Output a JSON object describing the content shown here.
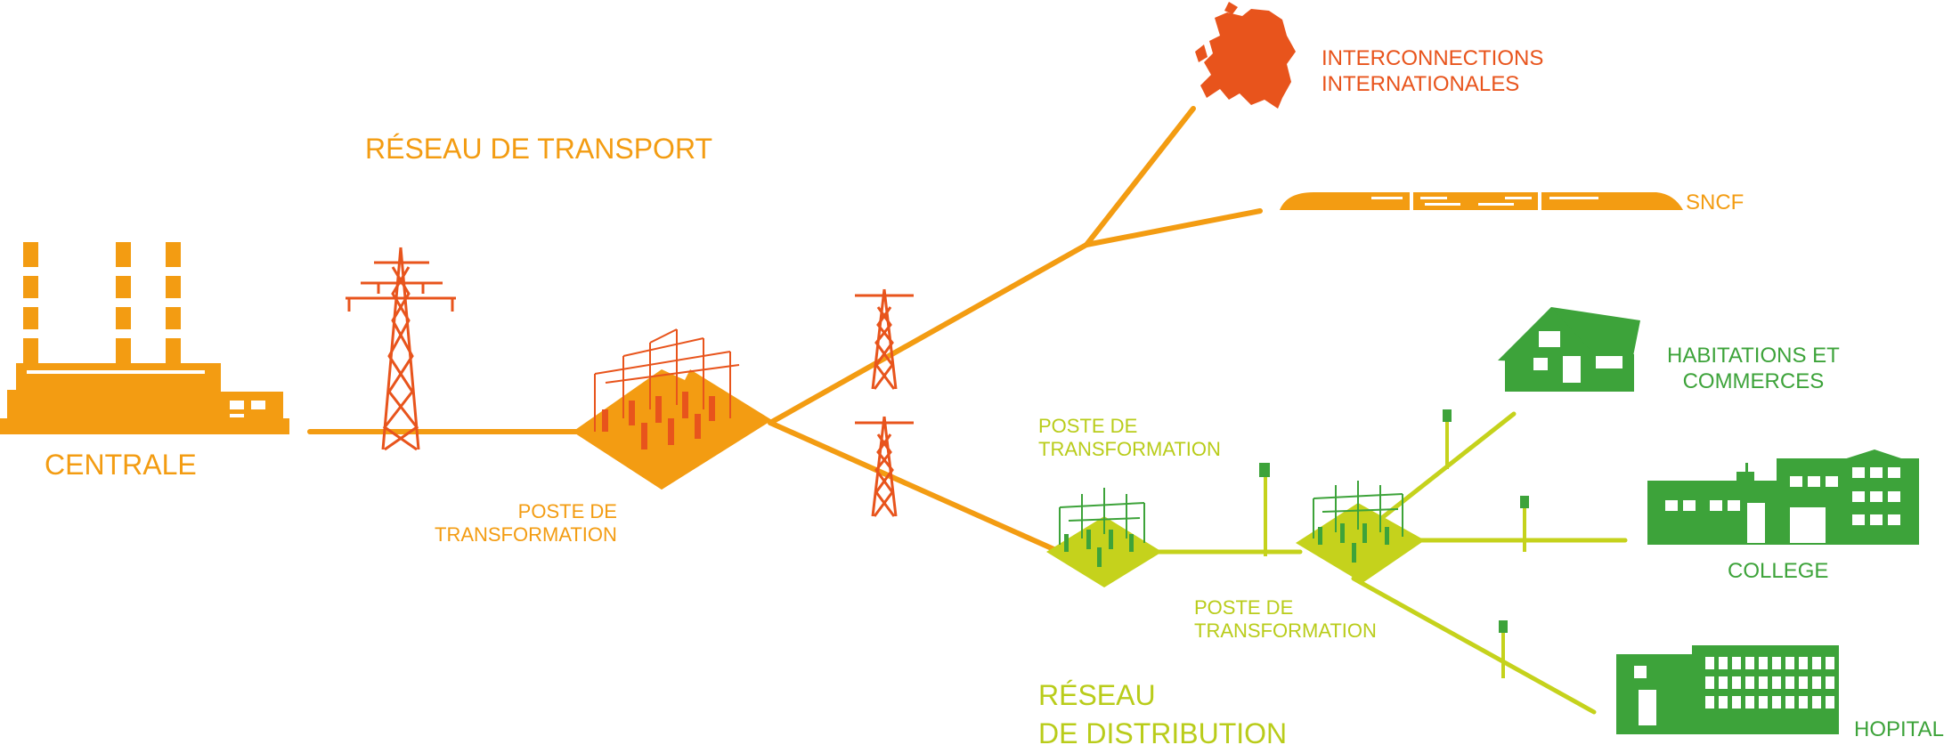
{
  "labels": {
    "interconnections_line1": "INTERCONNECTIONS",
    "interconnections_line2": "INTERNATIONALES",
    "reseau_transport": "RÉSEAU DE TRANSPORT",
    "sncf": "SNCF",
    "habitations_line1": "HABITATIONS ET",
    "habitations_line2": "COMMERCES",
    "centrale": "CENTRALE",
    "poste_transfo_green_line1": "POSTE DE",
    "poste_transfo_green_line2": "TRANSFORMATION",
    "poste_transfo_orange_line1": "POSTE DE",
    "poste_transfo_orange_line2": "TRANSFORMATION",
    "college": "COLLEGE",
    "poste_transfo_lime2_line1": "POSTE DE",
    "poste_transfo_lime2_line2": "TRANSFORMATION",
    "reseau_distribution_line1": "RÉSEAU",
    "reseau_distribution_line2": "DE DISTRIBUTION",
    "hopital": "HOPITAL"
  },
  "colors": {
    "transport": "#f39c12",
    "interconnection": "#e8541c",
    "distribution": "#c5d21c",
    "consumers": "#3da33a",
    "pylons": "#e8541c"
  }
}
